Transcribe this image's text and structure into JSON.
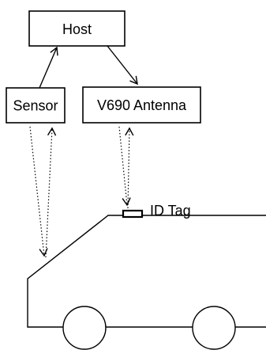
{
  "nodes": {
    "host": {
      "label": "Host"
    },
    "sensor": {
      "label": "Sensor"
    },
    "antenna": {
      "label": "V690 Antenna"
    }
  },
  "tag": {
    "label": "ID Tag"
  },
  "colors": {
    "stroke": "#000000",
    "background": "#ffffff"
  }
}
